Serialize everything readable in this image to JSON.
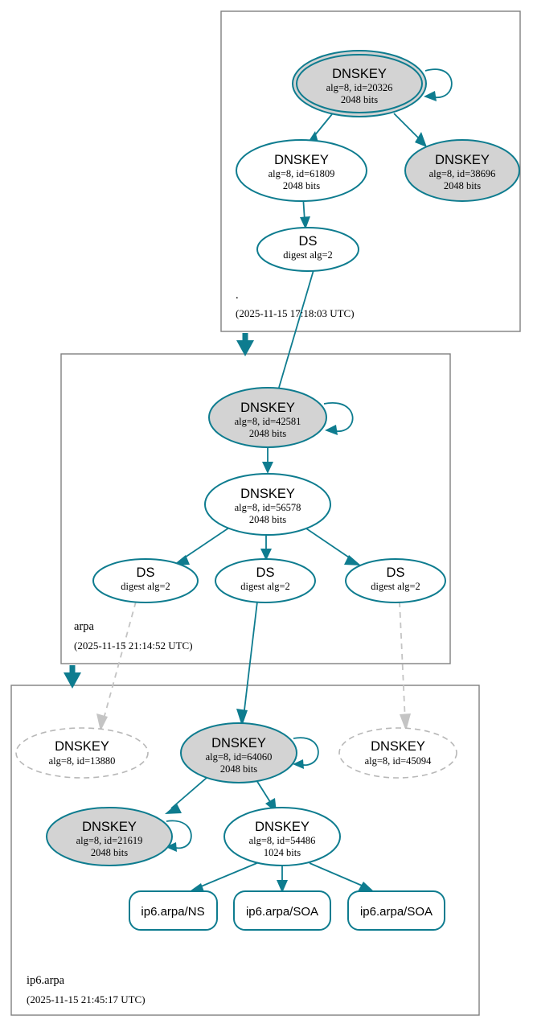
{
  "diagram": {
    "type": "dnssec-authentication-chain",
    "colors": {
      "accent_teal": "#0e7c8f",
      "secure_key_fill": "#d3d3d3",
      "plain_fill": "#ffffff",
      "ghost_stroke": "#b8b8b8",
      "cluster_stroke": "#7f7f7f"
    }
  },
  "zones": [
    {
      "id": "root",
      "name": ".",
      "timestamp": "(2025-11-15 17:18:03 UTC)"
    },
    {
      "id": "arpa",
      "name": "arpa",
      "timestamp": "(2025-11-15 21:14:52 UTC)"
    },
    {
      "id": "ip6arpa",
      "name": "ip6.arpa",
      "timestamp": "(2025-11-15 21:45:17 UTC)"
    }
  ],
  "nodes": {
    "root_ksk_20326": {
      "kind": "DNSKEY",
      "title": "DNSKEY",
      "line2": "alg=8, id=20326",
      "line3": "2048 bits"
    },
    "root_zsk_61809": {
      "kind": "DNSKEY",
      "title": "DNSKEY",
      "line2": "alg=8, id=61809",
      "line3": "2048 bits"
    },
    "root_key_38696": {
      "kind": "DNSKEY",
      "title": "DNSKEY",
      "line2": "alg=8, id=38696",
      "line3": "2048 bits"
    },
    "root_ds_arpa": {
      "kind": "DS",
      "title": "DS",
      "line2": "digest alg=2"
    },
    "arpa_ksk_42581": {
      "kind": "DNSKEY",
      "title": "DNSKEY",
      "line2": "alg=8, id=42581",
      "line3": "2048 bits"
    },
    "arpa_zsk_56578": {
      "kind": "DNSKEY",
      "title": "DNSKEY",
      "line2": "alg=8, id=56578",
      "line3": "2048 bits"
    },
    "arpa_ds_left": {
      "kind": "DS",
      "title": "DS",
      "line2": "digest alg=2"
    },
    "arpa_ds_mid": {
      "kind": "DS",
      "title": "DS",
      "line2": "digest alg=2"
    },
    "arpa_ds_right": {
      "kind": "DS",
      "title": "DS",
      "line2": "digest alg=2"
    },
    "ip6_key_13880": {
      "kind": "DNSKEY",
      "title": "DNSKEY",
      "line2": "alg=8, id=13880"
    },
    "ip6_ksk_64060": {
      "kind": "DNSKEY",
      "title": "DNSKEY",
      "line2": "alg=8, id=64060",
      "line3": "2048 bits"
    },
    "ip6_key_45094": {
      "kind": "DNSKEY",
      "title": "DNSKEY",
      "line2": "alg=8, id=45094"
    },
    "ip6_key_21619": {
      "kind": "DNSKEY",
      "title": "DNSKEY",
      "line2": "alg=8, id=21619",
      "line3": "2048 bits"
    },
    "ip6_zsk_54486": {
      "kind": "DNSKEY",
      "title": "DNSKEY",
      "line2": "alg=8, id=54486",
      "line3": "1024 bits"
    },
    "rrset_ns": {
      "kind": "RRset",
      "label": "ip6.arpa/NS"
    },
    "rrset_soa_1": {
      "kind": "RRset",
      "label": "ip6.arpa/SOA"
    },
    "rrset_soa_2": {
      "kind": "RRset",
      "label": "ip6.arpa/SOA"
    }
  }
}
